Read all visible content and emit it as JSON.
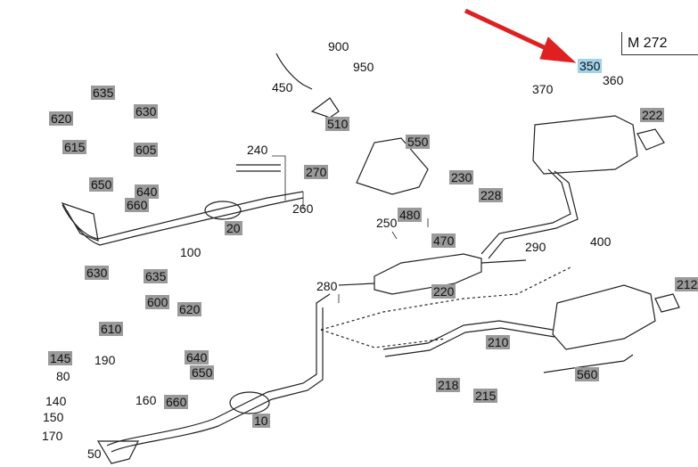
{
  "diagram_ref": "M 272",
  "highlight_color": "#9fd3ea",
  "arrow_color": "#e02020",
  "labels": {
    "l900": "900",
    "l950": "950",
    "l450": "450",
    "l510": "510",
    "l635a": "635",
    "l630a": "630",
    "l620a": "620",
    "l615": "615",
    "l605": "605",
    "l650a": "650",
    "l640a": "640",
    "l660a": "660",
    "l100": "100",
    "l20": "20",
    "l240": "240",
    "l270": "270",
    "l260": "260",
    "l550": "550",
    "l230": "230",
    "l228": "228",
    "l250": "250",
    "l480": "480",
    "l470": "470",
    "l350": "350",
    "l360": "360",
    "l370": "370",
    "l222": "222",
    "l400": "400",
    "l290": "290",
    "l220": "220",
    "l280": "280",
    "l630b": "630",
    "l635b": "635",
    "l600": "600",
    "l620b": "620",
    "l610": "610",
    "l145": "145",
    "l190": "190",
    "l80": "80",
    "l640b": "640",
    "l650b": "650",
    "l140": "140",
    "l160": "160",
    "l660b": "660",
    "l150": "150",
    "l170": "170",
    "l50": "50",
    "l10": "10",
    "l210": "210",
    "l212": "212",
    "l218": "218",
    "l215": "215",
    "l560": "560"
  }
}
